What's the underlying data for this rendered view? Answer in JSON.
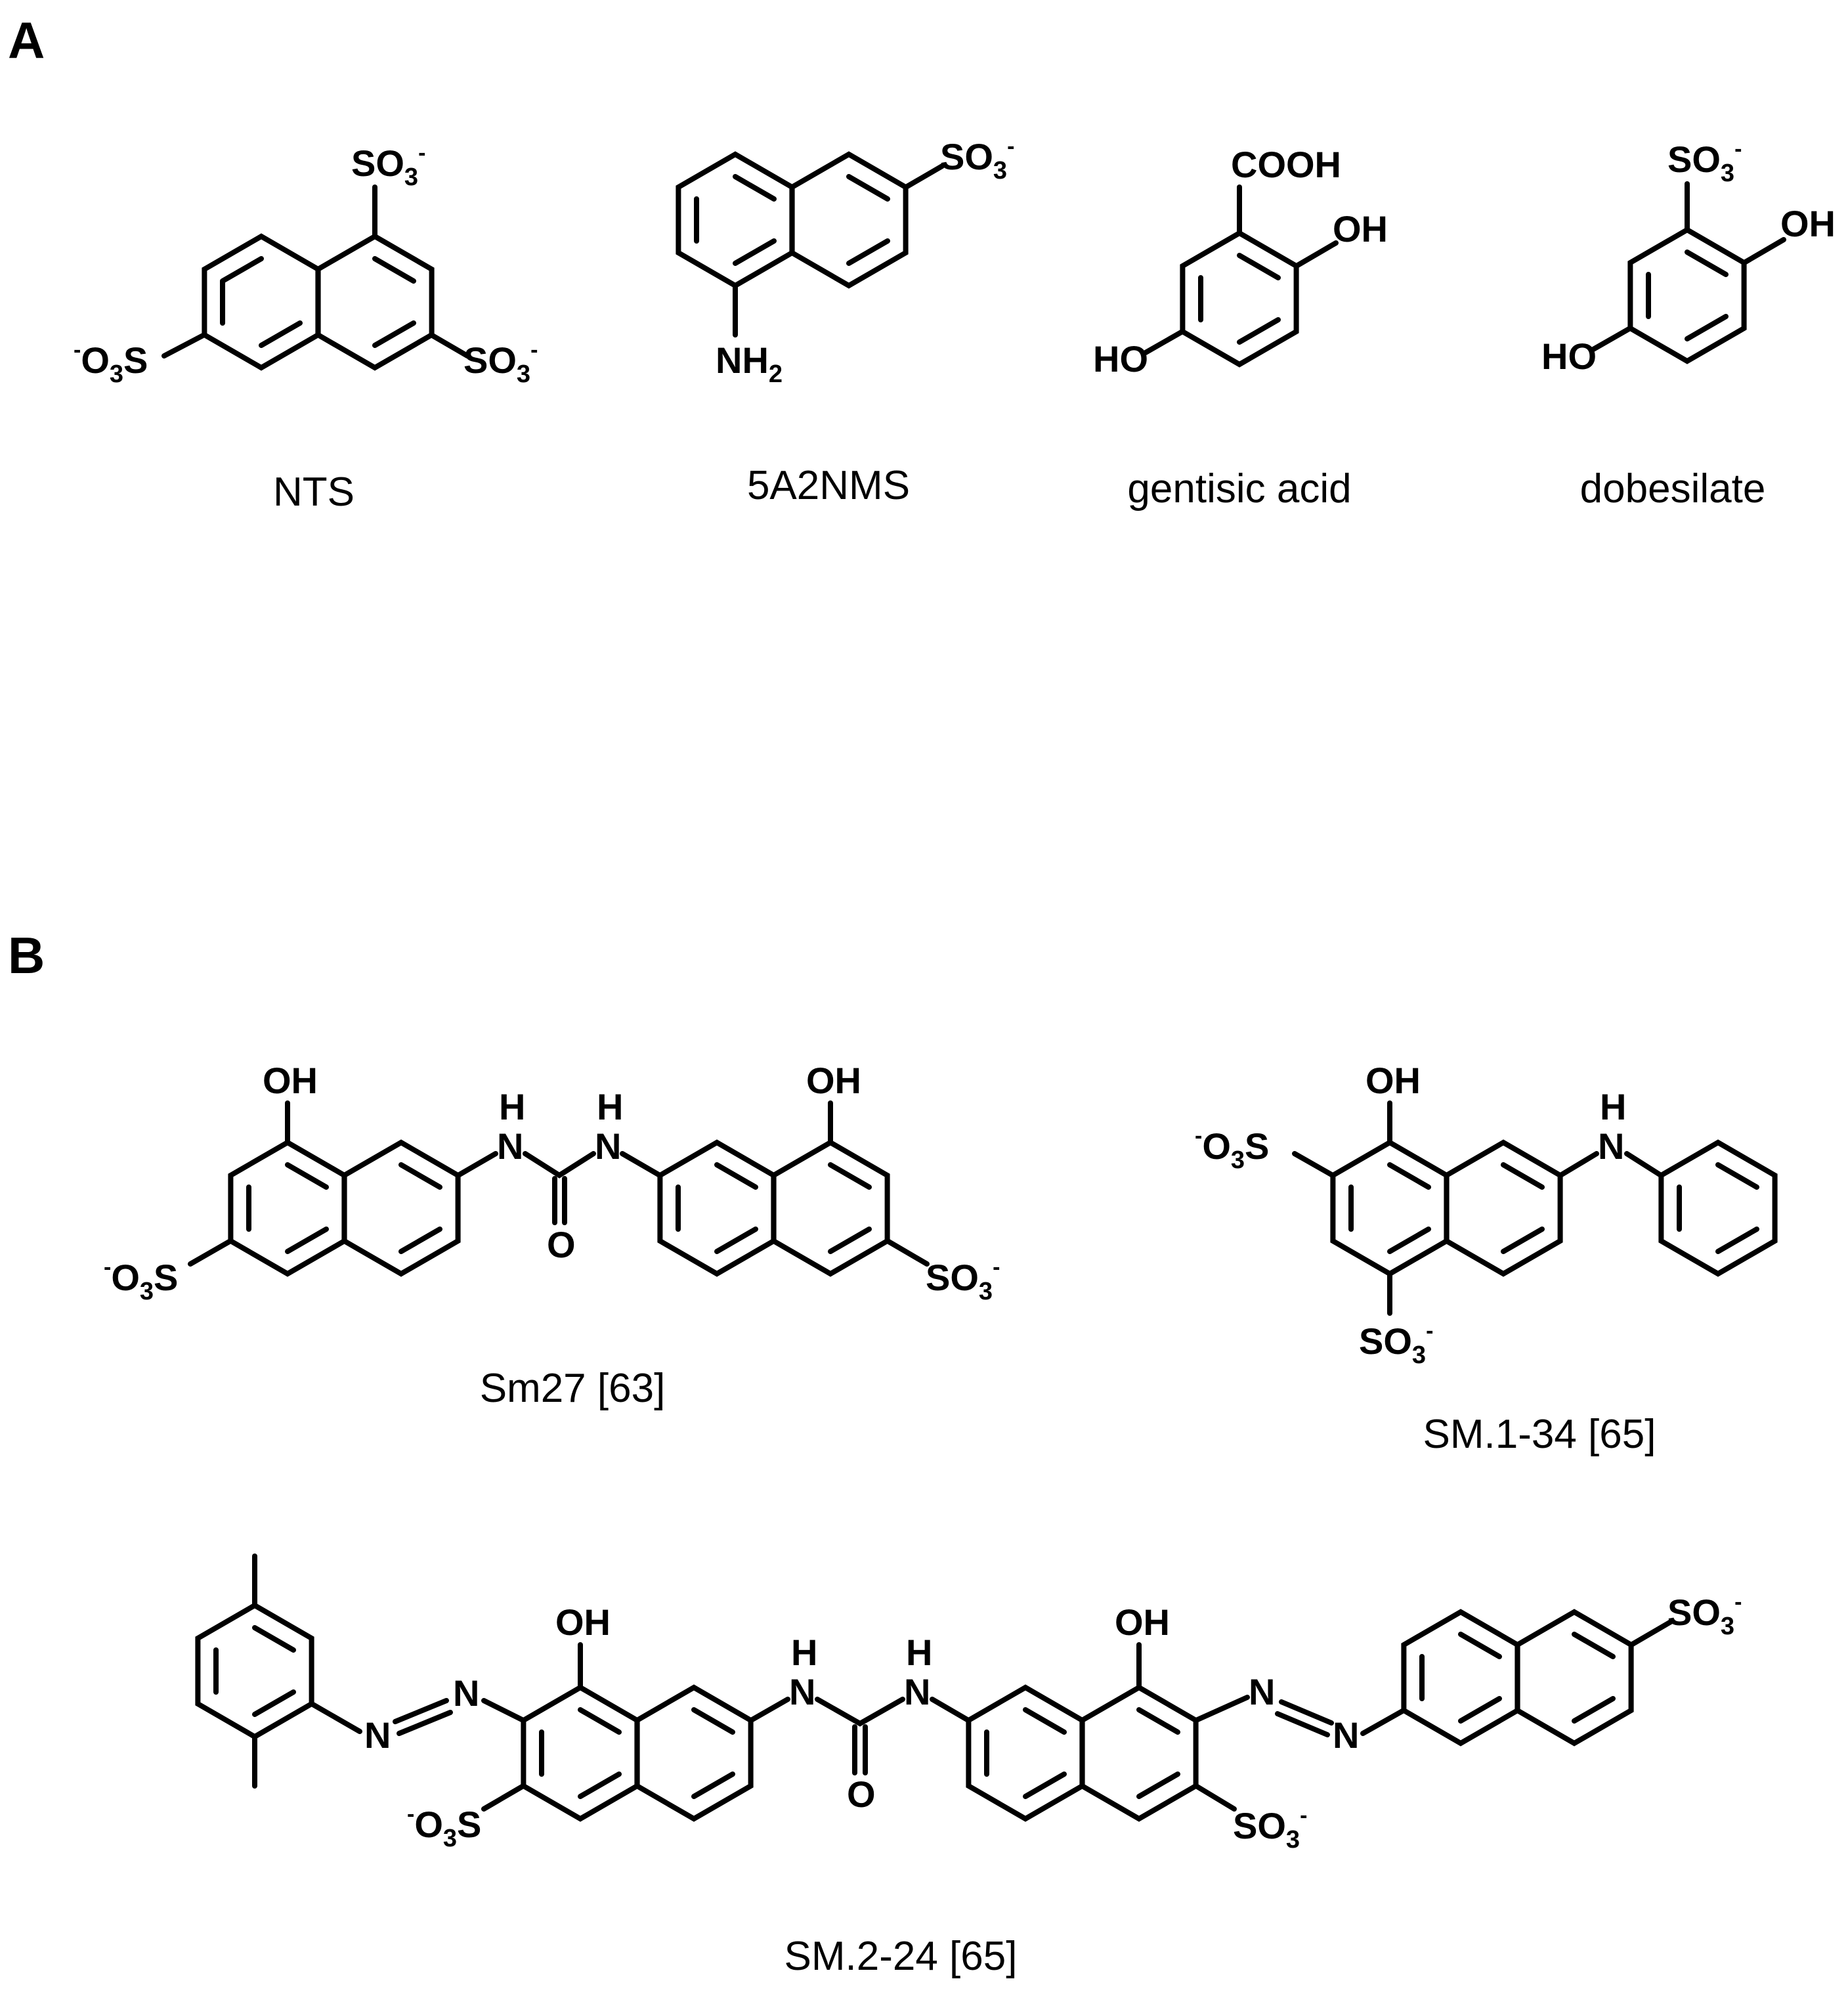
{
  "panels": {
    "a": "A",
    "b": "B"
  },
  "atoms": {
    "so3": "SO",
    "o3s": "O",
    "s": "S",
    "three": "3",
    "minus": "-",
    "nh": "NH",
    "two": "2",
    "cooh": "COOH",
    "oh": "OH",
    "ho": "HO",
    "h": "H",
    "n": "N",
    "o": "O"
  },
  "compounds": {
    "nts": "NTS",
    "a2nms": "5A2NMS",
    "gentisic": "gentisic acid",
    "dobesilate": "dobesilate",
    "sm27": "Sm27 [63]",
    "sm134": "SM.1-34 [65]",
    "sm224": "SM.2-24 [65]"
  }
}
